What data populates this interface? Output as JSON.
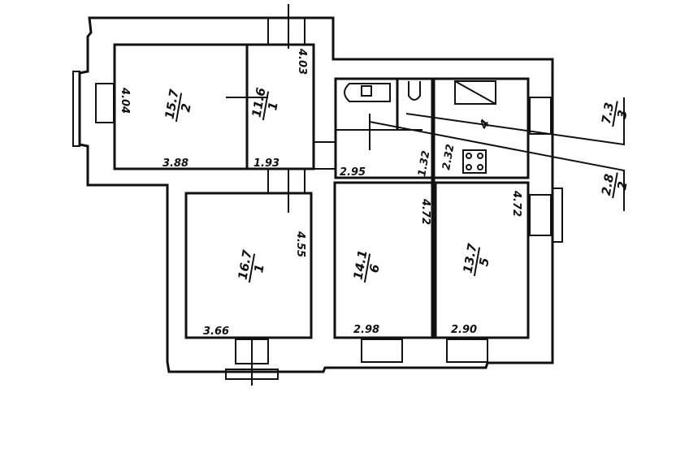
{
  "plan": {
    "rooms": [
      {
        "number": "2",
        "area": "15.7"
      },
      {
        "number": "1",
        "area": "11.6"
      },
      {
        "number": "1",
        "area": "16.7"
      },
      {
        "number": "6",
        "area": "14.1"
      },
      {
        "number": "5",
        "area": "13.7"
      },
      {
        "number": "4",
        "area": ""
      }
    ],
    "callouts": [
      {
        "number": "3",
        "area": "7.3"
      },
      {
        "number": "2",
        "area": "2.8"
      }
    ],
    "dimensions": {
      "room2_height": "4.04",
      "room2_width": "3.88",
      "room1_width": "1.93",
      "room1_height": "4.03",
      "hall_width": "2.95",
      "bath_height": "1.32",
      "kitchen_height": "2.32",
      "room6_height": "4.72",
      "room5_height": "4.72",
      "room3_height": "4.55",
      "room3_width": "3.66",
      "room6_width": "2.98",
      "room5_width": "2.90"
    }
  }
}
